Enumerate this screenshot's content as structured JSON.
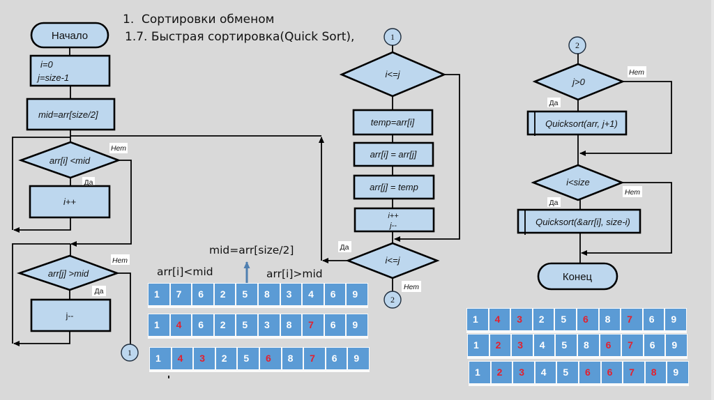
{
  "title": {
    "section": "1.  Сортировки обменом",
    "subsection": "1.7. Быстрая сортировка(Quick Sort),"
  },
  "colors": {
    "background": "#d9d9d9",
    "shape_fill": "#bdd7ee",
    "array_cell": "#5b9bd5",
    "highlight": "#e3202e",
    "pointer_arrow": "#4f7fb0"
  },
  "flowchart_left": {
    "start": "Начало",
    "init_line1": "i=0",
    "init_line2": "j=size-1",
    "mid": "mid=arr[size/2]",
    "cond1": "arr[i] <mid",
    "cond1_no": "Нет",
    "cond1_yes": "Да",
    "inc": "i++",
    "cond2": "arr[j] >mid",
    "cond2_no": "Нет",
    "cond2_yes": "Да",
    "dec": "j--",
    "connector_out": "1"
  },
  "flowchart_middle": {
    "connector_in": "1",
    "cond1": "i<=j",
    "temp": "temp=arr[i]",
    "swap1": "arr[i] = arr[j]",
    "swap2": "arr[j] = temp",
    "step_line1": "i++",
    "step_line2": "j--",
    "cond2": "i<=j",
    "cond2_yes": "Да",
    "cond2_no": "Нет",
    "connector_out": "2"
  },
  "flowchart_right": {
    "connector_in": "2",
    "cond1": "j>0",
    "cond1_no": "Нет",
    "cond1_yes": "Да",
    "call1": "Quicksort(arr, j+1)",
    "cond2": "i<size",
    "cond2_no": "Нет",
    "cond2_yes": "Да",
    "call2": "Quicksort(&arr[i], size-i)",
    "end": "Конец"
  },
  "annotations": {
    "mid_label": "mid=arr[size/2]",
    "left_label": "arr[i]<mid",
    "right_label": "arr[i]>mid"
  },
  "arrays": {
    "left": [
      {
        "cells": [
          {
            "value": "1",
            "highlight": false
          },
          {
            "value": "7",
            "highlight": false
          },
          {
            "value": "6",
            "highlight": false
          },
          {
            "value": "2",
            "highlight": false
          },
          {
            "value": "5",
            "highlight": false
          },
          {
            "value": "8",
            "highlight": false
          },
          {
            "value": "3",
            "highlight": false
          },
          {
            "value": "4",
            "highlight": false
          },
          {
            "value": "6",
            "highlight": false
          },
          {
            "value": "9",
            "highlight": false
          }
        ]
      },
      {
        "cells": [
          {
            "value": "1",
            "highlight": false
          },
          {
            "value": "4",
            "highlight": true
          },
          {
            "value": "6",
            "highlight": false
          },
          {
            "value": "2",
            "highlight": false
          },
          {
            "value": "5",
            "highlight": false
          },
          {
            "value": "3",
            "highlight": false
          },
          {
            "value": "8",
            "highlight": false
          },
          {
            "value": "7",
            "highlight": true
          },
          {
            "value": "6",
            "highlight": false
          },
          {
            "value": "9",
            "highlight": false
          }
        ]
      },
      {
        "cells": [
          {
            "value": "1",
            "highlight": false
          },
          {
            "value": "4",
            "highlight": true
          },
          {
            "value": "3",
            "highlight": true
          },
          {
            "value": "2",
            "highlight": false
          },
          {
            "value": "5",
            "highlight": false
          },
          {
            "value": "6",
            "highlight": true
          },
          {
            "value": "8",
            "highlight": false
          },
          {
            "value": "7",
            "highlight": true
          },
          {
            "value": "6",
            "highlight": false
          },
          {
            "value": "9",
            "highlight": false
          }
        ]
      }
    ],
    "right": [
      {
        "cells": [
          {
            "value": "1",
            "highlight": false
          },
          {
            "value": "4",
            "highlight": true
          },
          {
            "value": "3",
            "highlight": true
          },
          {
            "value": "2",
            "highlight": false
          },
          {
            "value": "5",
            "highlight": false
          },
          {
            "value": "6",
            "highlight": true
          },
          {
            "value": "8",
            "highlight": false
          },
          {
            "value": "7",
            "highlight": true
          },
          {
            "value": "6",
            "highlight": false
          },
          {
            "value": "9",
            "highlight": false
          }
        ]
      },
      {
        "cells": [
          {
            "value": "1",
            "highlight": false
          },
          {
            "value": "2",
            "highlight": true
          },
          {
            "value": "3",
            "highlight": true
          },
          {
            "value": "4",
            "highlight": false
          },
          {
            "value": "5",
            "highlight": false
          },
          {
            "value": "8",
            "highlight": false
          },
          {
            "value": "6",
            "highlight": true
          },
          {
            "value": "7",
            "highlight": true
          },
          {
            "value": "6",
            "highlight": false
          },
          {
            "value": "9",
            "highlight": false
          }
        ]
      },
      {
        "cells": [
          {
            "value": "1",
            "highlight": false
          },
          {
            "value": "2",
            "highlight": true
          },
          {
            "value": "3",
            "highlight": true
          },
          {
            "value": "4",
            "highlight": false
          },
          {
            "value": "5",
            "highlight": false
          },
          {
            "value": "6",
            "highlight": true
          },
          {
            "value": "6",
            "highlight": true
          },
          {
            "value": "7",
            "highlight": true
          },
          {
            "value": "8",
            "highlight": true
          },
          {
            "value": "9",
            "highlight": false
          }
        ]
      }
    ]
  }
}
